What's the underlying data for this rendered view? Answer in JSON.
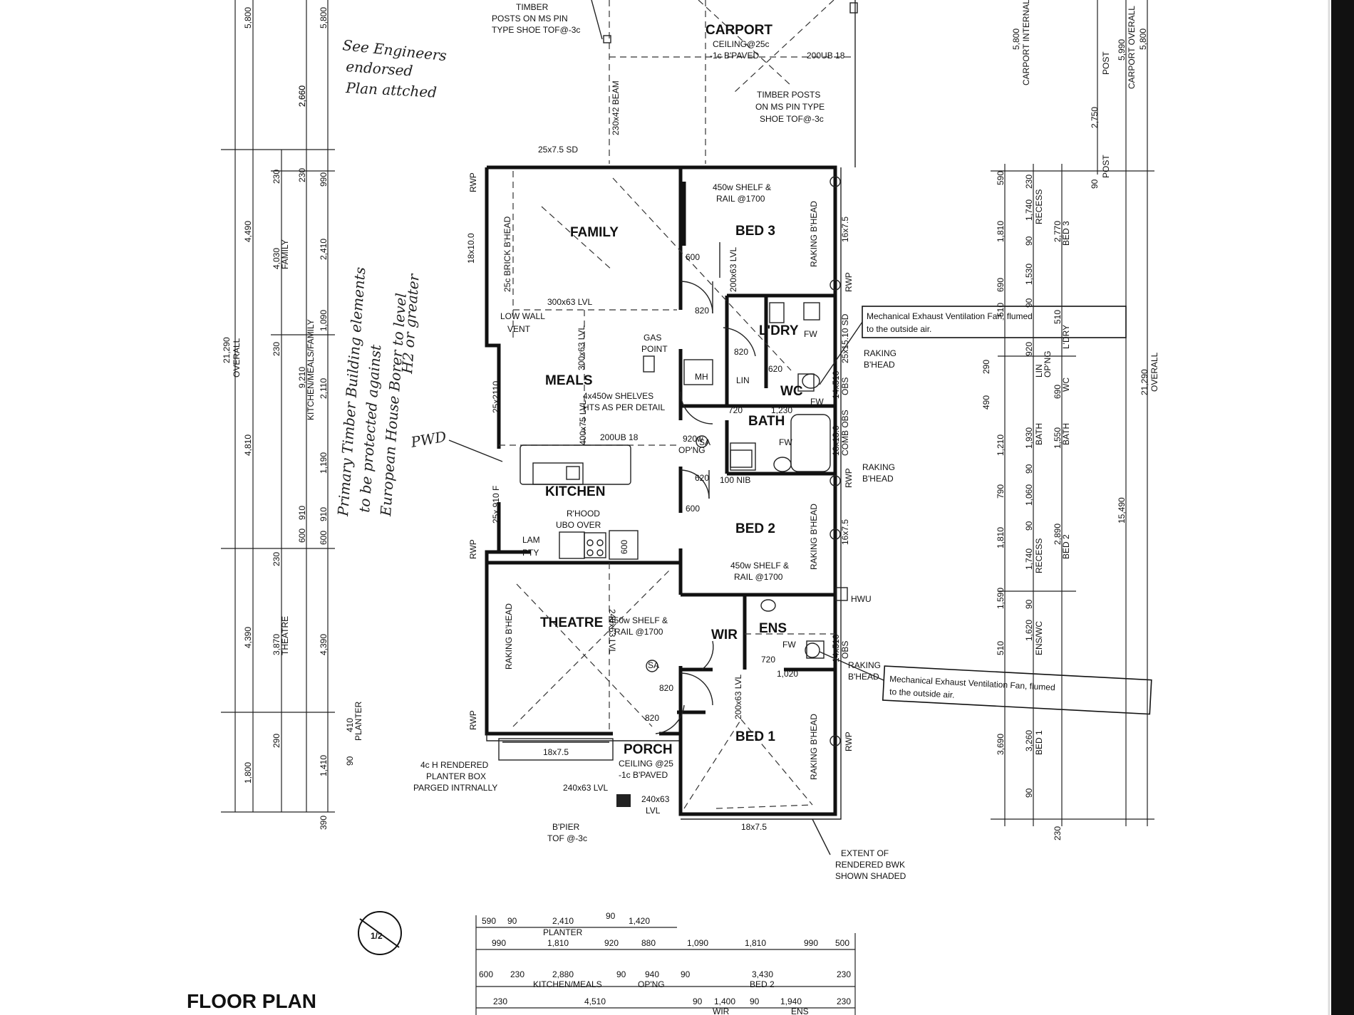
{
  "title": "FLOOR PLAN",
  "section_marker": "1/2",
  "rooms": {
    "carport": "CARPORT",
    "family": "FAMILY",
    "meals": "MEALS",
    "kitchen": "KITCHEN",
    "theatre": "THEATRE",
    "bed1": "BED 1",
    "bed2": "BED 2",
    "bed3": "BED 3",
    "laundry": "L'DRY",
    "wc": "WC",
    "bath": "BATH",
    "ens": "ENS",
    "wir": "WIR",
    "porch": "PORCH",
    "mh": "MH",
    "lin": "LIN",
    "lam": "LAM",
    "pty": "PTY"
  },
  "notes": {
    "timber_posts_top_1": "TIMBER",
    "timber_posts_top_2": "POSTS ON MS PIN",
    "timber_posts_top_3": "TYPE SHOE TOF@-3c",
    "carport_ceiling_1": "CEILING@25c",
    "carport_ceiling_2": "-1c B'PAVED",
    "beam_200ub": "200UB 18",
    "beam_230": "230x42 BEAM",
    "timber_posts_right_1": "TIMBER POSTS",
    "timber_posts_right_2": "ON MS PIN TYPE",
    "timber_posts_right_3": "SHOE TOF@-3c",
    "sd_top": "25x7.5 SD",
    "brick_bhead": "25c BRICK B'HEAD",
    "dim_18x100": "18x10.0",
    "low_wall_1": "LOW WALL",
    "low_wall_2": "VENT",
    "lvl_300_1": "300x63 LVL",
    "lvl_300_2": "300x63 LVL",
    "lvl_200": "200x63 LVL",
    "shelf_bed3_1": "450w SHELF &",
    "shelf_bed3_2": "RAIL @1700",
    "raking_bhead": "RAKING B'HEAD",
    "mech_fan_1": "Mechanical Exhaust Ventilation Fan, flumed",
    "mech_fan_2": "to the outside air.",
    "mech_fan_3": "Mechanical Exhaust Ventilation Fan, flumed",
    "mech_fan_4": "to the outside air.",
    "sd_right": "25x15.10 SD",
    "raking_bhead_right_1": "RAKING",
    "raking_bhead_right_2": "B'HEAD",
    "obs": "OBS",
    "comb_obs": "COMB OBS",
    "gas_point_1": "GAS",
    "gas_point_2": "POINT",
    "shelves_1": "4x450w SHELVES",
    "shelves_2": "HTS AS PER DETAIL",
    "lvl_400": "400x75 LVL",
    "beam_kitchen": "200UB 18",
    "opening_1": "920w",
    "opening_2": "OP'NG",
    "nib": "100 NIB",
    "rhood_1": "R'HOOD",
    "rhood_2": "UBO OVER",
    "dim_25x2110": "25x2110",
    "dim_25x910": "25x 910 F",
    "shelf_bed2_1": "450w SHELF &",
    "shelf_bed2_2": "RAIL @1700",
    "hwu": "HWU",
    "shelf_theatre_1": "450w SHELF &",
    "shelf_theatre_2": "RAIL @1700",
    "lvl_theatre": "240x63 LVL",
    "lvl_bed1": "200x63 LVL",
    "planter_box_1": "4c H RENDERED",
    "planter_box_2": "PLANTER BOX",
    "planter_box_3": "PARGED INTRNALLY",
    "porch_ceiling_1": "CEILING @25",
    "porch_ceiling_2": "-1c B'PAVED",
    "lvl_porch_1": "240x63 LVL",
    "lvl_porch_2": "240x63",
    "lvl_porch_3": "LVL",
    "bpier_1": "B'PIER",
    "bpier_2": "TOF @-3c",
    "extent_1": "EXTENT OF",
    "extent_2": "RENDERED BWK",
    "extent_3": "SHOWN SHADED",
    "rwp": "RWP",
    "fw": "FW",
    "dim_16x75": "16x7.5",
    "dim_18x75": "18x7.5",
    "dim_14x510": "14x510",
    "dim_18x130": "18x13.0",
    "dim_1230": "1,230",
    "dim_1020": "1,020",
    "dim_720": "720",
    "dim_820": "820",
    "dim_620": "620",
    "dim_600": "600",
    "sa": "SA"
  },
  "handwritten": {
    "engineer_1": "See Engineers",
    "engineer_2": "endorsed",
    "engineer_3": "Plan attched",
    "timber_1": "Primary Timber Building elements",
    "timber_2": "to be protected against",
    "timber_3": "European House Borer to level",
    "timber_4": "H2 or greater",
    "pwd": "PWD"
  },
  "dims_left_outer": [
    "5,800",
    "4,490",
    "4,810",
    "4,390",
    "1,800"
  ],
  "overall_left": "21,290",
  "overall_label": "OVERALL",
  "dims_left_inner": [
    "2,660",
    "230",
    "4,030",
    "230",
    "9,210",
    "910",
    "600",
    "230",
    "3,870",
    "290",
    "410",
    "390"
  ],
  "dims_left_inner_labels": [
    "FAMILY",
    "KITCHEN/MEALS/FAMILY",
    "THEATRE",
    "PLANTER"
  ],
  "dims_left_third": [
    "5,800",
    "2,660",
    "230",
    "990",
    "2,410",
    "1,090",
    "2,110",
    "1,190",
    "910",
    "600",
    "4,390",
    "1,410",
    "90"
  ],
  "dims_right_inner": [
    "590",
    "1,810",
    "690",
    "510",
    "290",
    "490",
    "1,210",
    "790",
    "1,810",
    "1,590",
    "510",
    "3,690",
    "230"
  ],
  "dims_right_second": [
    "230",
    "1,740",
    "90",
    "1,530",
    "90",
    "1,930",
    "90",
    "1,060",
    "90",
    "1,740",
    "90",
    "1,620",
    "3,260",
    "90"
  ],
  "dims_right_labels": [
    "RECESS",
    "BED 3",
    "L'DRY",
    "LIN",
    "OP'NG",
    "WC",
    "BATH",
    "BATH",
    "RECESS",
    "BED 2",
    "ENS/WC",
    "BED 1"
  ],
  "dims_right_third": [
    "2,770",
    "510",
    "920",
    "690",
    "1,550",
    "2,890"
  ],
  "dims_right_far": [
    "5,800",
    "5,990",
    "2,750",
    "90"
  ],
  "dims_right_far_labels": [
    "CARPORT INTERNAL",
    "POST",
    "CARPORT OVERALL",
    "POST"
  ],
  "overall_right": "21,290",
  "dim_right_15490": "15,490",
  "bottom_rows": [
    [
      "590",
      "90",
      "2,410",
      "90",
      "1,420"
    ],
    [
      "990",
      "1,810",
      "920",
      "880",
      "1,090",
      "1,810",
      "990",
      "500"
    ],
    [
      "600",
      "230",
      "2,880",
      "90",
      "940",
      "90",
      "3,430",
      "230"
    ],
    [
      "230",
      "4,510",
      "90",
      "1,400",
      "90",
      "1,940",
      "230"
    ]
  ],
  "bottom_labels": [
    "PLANTER",
    "KITCHEN/MEALS",
    "OP'NG",
    "BED 2",
    "WIR",
    "ENS"
  ]
}
